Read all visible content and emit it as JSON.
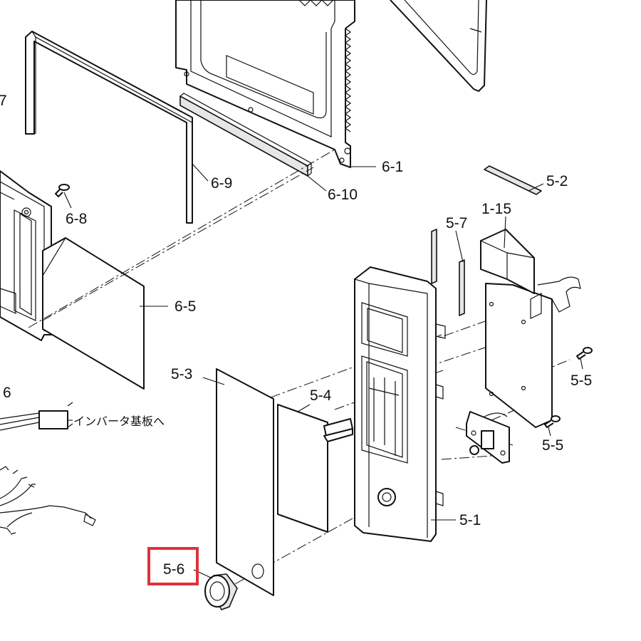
{
  "labels": {
    "l_6_1": "6-1",
    "l_6_9": "6-9",
    "l_6_10": "6-10",
    "l_6_8": "6-8",
    "l_6_5": "6-5",
    "l_5_2": "5-2",
    "l_1_15": "1-15",
    "l_5_7": "5-7",
    "l_5_5a": "5-5",
    "l_5_5b": "5-5",
    "l_5_3": "5-3",
    "l_5_4": "5-4",
    "l_5_1": "5-1",
    "l_5_6": "5-6",
    "l_7": "7",
    "l_6": "6",
    "inverter_note": "インバータ基板へ"
  },
  "highlight": {
    "target": "5-6",
    "color": "#e0323a"
  }
}
